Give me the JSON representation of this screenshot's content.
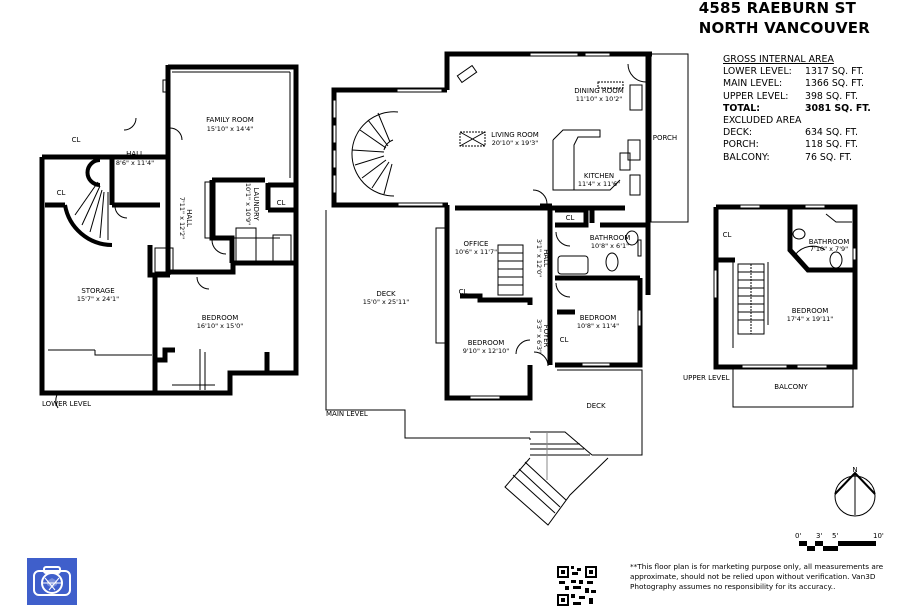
{
  "header": {
    "address_line1": "4585 RAEBURN ST",
    "address_line2": "NORTH VANCOUVER"
  },
  "area_summary": {
    "heading": "GROSS INTERNAL AREA",
    "rows": [
      {
        "label": "LOWER LEVEL:",
        "value": "1317 SQ. FT."
      },
      {
        "label": "MAIN LEVEL:",
        "value": "1366 SQ. FT."
      },
      {
        "label": "UPPER LEVEL:",
        "value": "398 SQ. FT."
      },
      {
        "label": "TOTAL:",
        "value": "3081 SQ. FT."
      }
    ],
    "excluded_heading": "EXCLUDED AREA",
    "excluded_rows": [
      {
        "label": "DECK:",
        "value": "634 SQ. FT."
      },
      {
        "label": "PORCH:",
        "value": "118 SQ. FT."
      },
      {
        "label": "BALCONY:",
        "value": "76 SQ. FT."
      }
    ]
  },
  "levels": {
    "lower": {
      "label": "LOWER LEVEL",
      "rooms": [
        {
          "name": "FAMILY ROOM",
          "size": "15'10\" x 14'4\""
        },
        {
          "name": "HALL",
          "size": "8'6\" x 11'4\""
        },
        {
          "name": "CL"
        },
        {
          "name": "CL"
        },
        {
          "name": "HALL",
          "size": "7'11\" x 12'2\""
        },
        {
          "name": "LAUNDRY",
          "size": "10'1\" x 10'9\""
        },
        {
          "name": "CL"
        },
        {
          "name": "STORAGE",
          "size": "15'7\" x 24'1\""
        },
        {
          "name": "BEDROOM",
          "size": "16'10\" x 15'0\""
        }
      ]
    },
    "main": {
      "label": "MAIN LEVEL",
      "rooms": [
        {
          "name": "DINING ROOM",
          "size": "11'10\" x 10'2\""
        },
        {
          "name": "LIVING ROOM",
          "size": "20'10\" x 19'3\""
        },
        {
          "name": "PORCH"
        },
        {
          "name": "KITCHEN",
          "size": "11'4\" x 11'6\""
        },
        {
          "name": "CL"
        },
        {
          "name": "BATHROOM",
          "size": "10'8\" x 6'1\""
        },
        {
          "name": "OFFICE",
          "size": "10'6\" x 11'7\""
        },
        {
          "name": "HALL",
          "size": "3'1\" x 12'0\""
        },
        {
          "name": "CL"
        },
        {
          "name": "DECK",
          "size": "15'0\" x 25'11\""
        },
        {
          "name": "BEDROOM",
          "size": "9'10\" x 12'10\""
        },
        {
          "name": "FOYER",
          "size": "3'3\" x 6'3\""
        },
        {
          "name": "BEDROOM",
          "size": "10'8\" x 11'4\""
        },
        {
          "name": "CL"
        },
        {
          "name": "DECK"
        }
      ]
    },
    "upper": {
      "label": "UPPER LEVEL",
      "rooms": [
        {
          "name": "CL"
        },
        {
          "name": "BATHROOM",
          "size": "7'10\" x 7'9\""
        },
        {
          "name": "BEDROOM",
          "size": "17'4\" x 19'11\""
        },
        {
          "name": "BALCONY"
        }
      ]
    }
  },
  "compass": {
    "north_label": "N"
  },
  "scale_bar": {
    "ticks": [
      "0'",
      "3'",
      "5'",
      "10'"
    ]
  },
  "disclaimer": "**This floor plan is for marketing purpose only, all measurements are approximate, should not be relied upon without verification. Van3D Photography assumes no responsibility for its accuracy..",
  "colors": {
    "logo_bg": "#3f5fcb",
    "wall": "#000000",
    "background": "#ffffff"
  }
}
